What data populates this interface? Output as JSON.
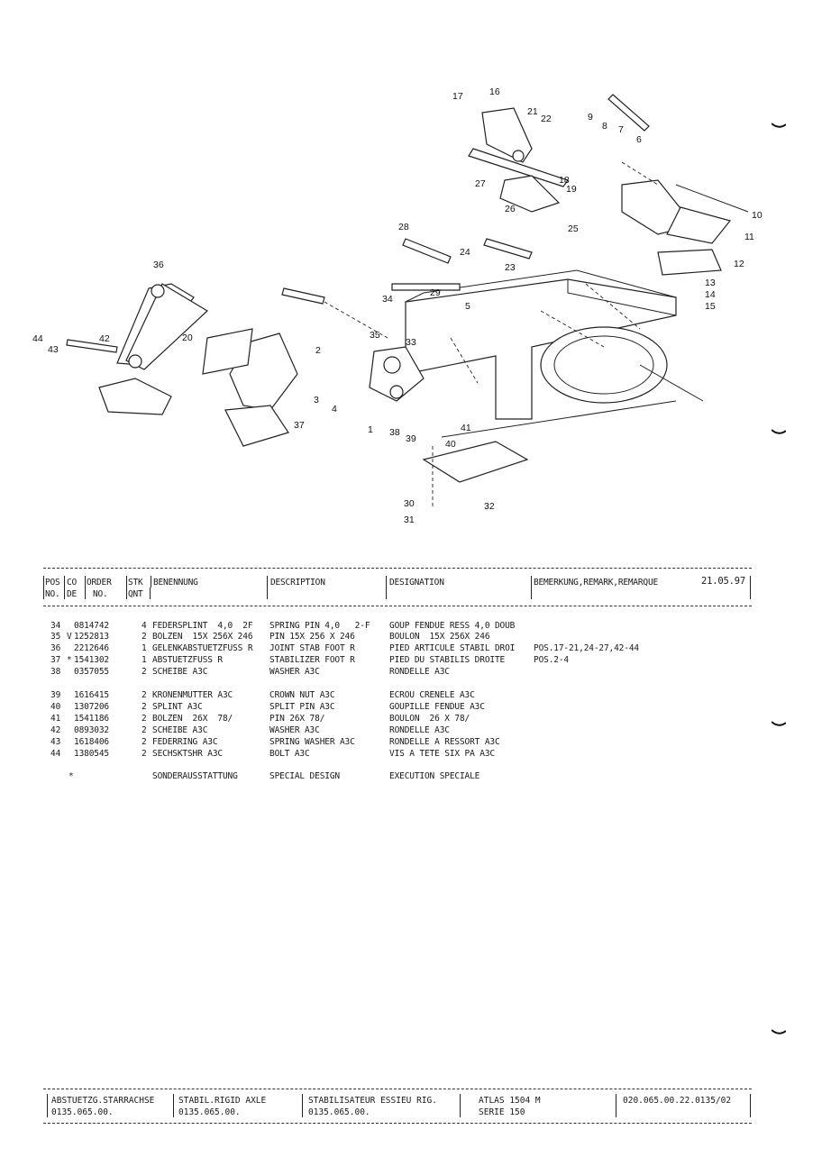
{
  "drawing": {
    "callouts": [
      "1",
      "2",
      "3",
      "4",
      "5",
      "6",
      "7",
      "8",
      "9",
      "10",
      "11",
      "12",
      "13",
      "14",
      "15",
      "16",
      "17",
      "18",
      "19",
      "20",
      "21",
      "22",
      "23",
      "24",
      "25",
      "26",
      "27",
      "28",
      "29",
      "30",
      "31",
      "32",
      "33",
      "34",
      "35",
      "36",
      "37",
      "38",
      "39",
      "40",
      "41",
      "42",
      "43",
      "44"
    ]
  },
  "header": {
    "pos": "POS",
    "no": "NO.",
    "co": "CO",
    "de": "DE",
    "order": "ORDER",
    "order_no": "NO.",
    "stk": "STK",
    "qnt": "QNT",
    "benennung": "BENENNUNG",
    "description": "DESCRIPTION",
    "designation": "DESIGNATION",
    "remark": "BEMERKUNG,REMARK,REMARQUE",
    "date": "21.05.97"
  },
  "parts": [
    {
      "pos": "34",
      "code": "",
      "order": "0814742",
      "qty": "4",
      "de": "FEDERSPLINT  4,0  2F",
      "en": "SPRING PIN 4,0   2-F",
      "fr": "GOUP FENDUE RESS 4,0 DOUB",
      "remark": ""
    },
    {
      "pos": "35",
      "code": "V",
      "order": "1252813",
      "qty": "2",
      "de": "BOLZEN  15X 256X 246",
      "en": "PIN 15X 256 X 246",
      "fr": "BOULON  15X 256X 246",
      "remark": ""
    },
    {
      "pos": "36",
      "code": "",
      "order": "2212646",
      "qty": "1",
      "de": "GELENKABSTUETZFUSS R",
      "en": "JOINT STAB FOOT R",
      "fr": "PIED ARTICULE STABIL DROI",
      "remark": "POS.17-21,24-27,42-44"
    },
    {
      "pos": "37",
      "code": "*",
      "order": "1541302",
      "qty": "1",
      "de": "ABSTUETZFUSS R",
      "en": "STABILIZER FOOT R",
      "fr": "PIED DU STABILIS DROITE",
      "remark": "POS.2-4"
    },
    {
      "pos": "38",
      "code": "",
      "order": "0357055",
      "qty": "2",
      "de": "SCHEIBE A3C",
      "en": "WASHER A3C",
      "fr": "RONDELLE A3C",
      "remark": ""
    },
    {
      "pos": "39",
      "code": "",
      "order": "1616415",
      "qty": "2",
      "de": "KRONENMUTTER A3C",
      "en": "CROWN NUT A3C",
      "fr": "ECROU CRENELE A3C",
      "remark": ""
    },
    {
      "pos": "40",
      "code": "",
      "order": "1307206",
      "qty": "2",
      "de": "SPLINT A3C",
      "en": "SPLIT PIN A3C",
      "fr": "GOUPILLE FENDUE A3C",
      "remark": ""
    },
    {
      "pos": "41",
      "code": "",
      "order": "1541186",
      "qty": "2",
      "de": "BOLZEN  26X  78/",
      "en": "PIN 26X 78/",
      "fr": "BOULON  26 X 78/",
      "remark": ""
    },
    {
      "pos": "42",
      "code": "",
      "order": "0893032",
      "qty": "2",
      "de": "SCHEIBE A3C",
      "en": "WASHER A3C",
      "fr": "RONDELLE A3C",
      "remark": ""
    },
    {
      "pos": "43",
      "code": "",
      "order": "1618406",
      "qty": "2",
      "de": "FEDERRING A3C",
      "en": "SPRING WASHER A3C",
      "fr": "RONDELLE A RESSORT A3C",
      "remark": ""
    },
    {
      "pos": "44",
      "code": "",
      "order": "1380545",
      "qty": "2",
      "de": "SECHSKTSHR A3C",
      "en": "BOLT A3C",
      "fr": "VIS A TETE SIX PA A3C",
      "remark": ""
    }
  ],
  "legend": {
    "symbol": "*",
    "de": "SONDERAUSSTATTUNG",
    "en": "SPECIAL DESIGN",
    "fr": "EXECUTION SPECIALE"
  },
  "footer": {
    "de_title": "ABSTUETZG.STARRACHSE",
    "de_code": "0135.065.00.",
    "en_title": "STABIL.RIGID AXLE",
    "en_code": "0135.065.00.",
    "fr_title": "STABILISATEUR ESSIEU RIG.",
    "fr_code": "0135.065.00.",
    "model": "ATLAS 1504 M",
    "series": "SERIE 150",
    "doc_no": "020.065.00.22.0135/02"
  }
}
